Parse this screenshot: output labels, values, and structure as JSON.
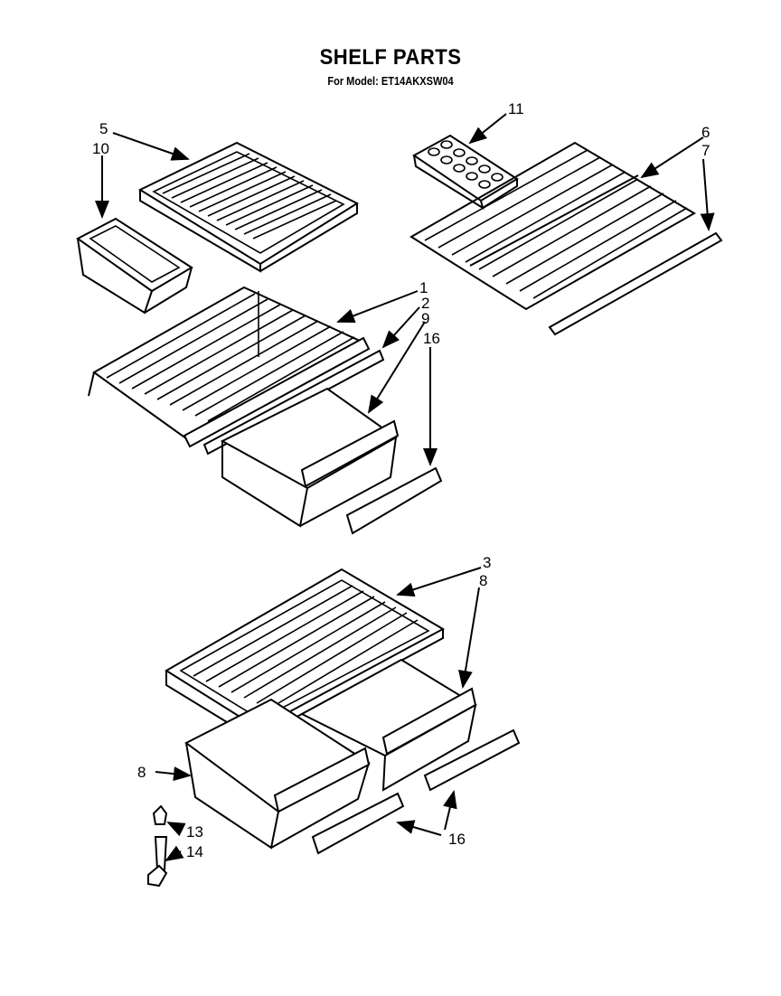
{
  "header": {
    "title": "SHELF PARTS",
    "subtitle": "For Model: ET14AKXSW04"
  },
  "callouts": [
    {
      "id": "c5",
      "text": "5"
    },
    {
      "id": "c10",
      "text": "10"
    },
    {
      "id": "c11",
      "text": "11"
    },
    {
      "id": "c6",
      "text": "6"
    },
    {
      "id": "c7",
      "text": "7"
    },
    {
      "id": "c1",
      "text": "1"
    },
    {
      "id": "c2",
      "text": "2"
    },
    {
      "id": "c9",
      "text": "9"
    },
    {
      "id": "c16a",
      "text": "16"
    },
    {
      "id": "c3",
      "text": "3"
    },
    {
      "id": "c8a",
      "text": "8"
    },
    {
      "id": "c8b",
      "text": "8"
    },
    {
      "id": "c13",
      "text": "13"
    },
    {
      "id": "c14",
      "text": "14"
    },
    {
      "id": "c16b",
      "text": "16"
    }
  ]
}
